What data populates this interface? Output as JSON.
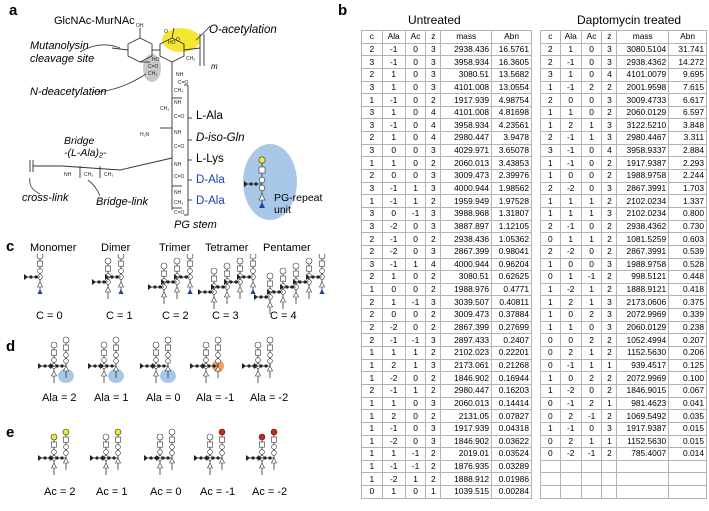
{
  "panels": {
    "a": "a",
    "b": "b",
    "c": "c",
    "d": "d",
    "e": "e"
  },
  "structure": {
    "glcnac_murnac": "GlcNAc-MurNAc",
    "o_acetylation": "O-acetylation",
    "mutanolysin": "Mutanolysin\ncleavage site",
    "n_deacetylation": "N-deacetylation",
    "bridge": "Bridge\n-(L-Ala)₂-",
    "cross_link": "cross-link",
    "bridge_link": "Bridge-link",
    "pg_stem": "PG stem",
    "pg_repeat": "PG-repeat\nunit",
    "m_sub": "m",
    "residues": [
      "L-Ala",
      "D-iso-Gln",
      "L-Lys",
      "D-Ala",
      "D-Ala"
    ],
    "residue_colors": [
      "#000000",
      "#000000",
      "#000000",
      "#1f3fb0",
      "#1f3fb0"
    ]
  },
  "oligomers": {
    "names": [
      "Monomer",
      "Dimer",
      "Trimer",
      "Tetramer",
      "Pentamer"
    ],
    "c_labels": [
      "C = 0",
      "C = 1",
      "C = 2",
      "C = 3",
      "C = 4"
    ]
  },
  "ala": {
    "labels": [
      "Ala = 2",
      "Ala = 1",
      "Ala = 0",
      "Ala = -1",
      "Ala = -2"
    ]
  },
  "ac": {
    "labels": [
      "Ac = 2",
      "Ac = 1",
      "Ac = 0",
      "Ac = -1",
      "Ac = -2"
    ]
  },
  "colors": {
    "yellow": "#f5e633",
    "blue_bubble": "#a9c8e8",
    "blue_glyph": "#1f3fb0",
    "red": "#d41f1f",
    "orange": "#f0a060",
    "grid": "#b3b3b3"
  },
  "tables": {
    "headers": [
      "c",
      "Ala",
      "Ac",
      "z",
      "mass",
      "Abn"
    ],
    "untreated": {
      "title": "Untreated",
      "rows": [
        [
          "2",
          "-1",
          "0",
          "3",
          "2938.436",
          "16.5761"
        ],
        [
          "3",
          "-1",
          "0",
          "3",
          "3958.934",
          "16.3605"
        ],
        [
          "2",
          "1",
          "0",
          "3",
          "3080.51",
          "13.5682"
        ],
        [
          "3",
          "1",
          "0",
          "3",
          "4101.008",
          "13.0554"
        ],
        [
          "1",
          "-1",
          "0",
          "2",
          "1917.939",
          "4.98754"
        ],
        [
          "3",
          "1",
          "0",
          "4",
          "4101.008",
          "4.81698"
        ],
        [
          "3",
          "-1",
          "0",
          "4",
          "3958.934",
          "4.23561"
        ],
        [
          "2",
          "1",
          "0",
          "4",
          "2980.447",
          "3.9478"
        ],
        [
          "3",
          "0",
          "0",
          "3",
          "4029.971",
          "3.65078"
        ],
        [
          "1",
          "1",
          "0",
          "2",
          "2060.013",
          "3.43853"
        ],
        [
          "2",
          "0",
          "0",
          "3",
          "3009.473",
          "2.39976"
        ],
        [
          "3",
          "-1",
          "1",
          "3",
          "4000.944",
          "1.98562"
        ],
        [
          "1",
          "-1",
          "1",
          "2",
          "1959.949",
          "1.97528"
        ],
        [
          "3",
          "0",
          "-1",
          "3",
          "3988.968",
          "1.31807"
        ],
        [
          "3",
          "-2",
          "0",
          "3",
          "3887.897",
          "1.12105"
        ],
        [
          "2",
          "-1",
          "0",
          "2",
          "2938.436",
          "1.05362"
        ],
        [
          "2",
          "-2",
          "0",
          "3",
          "2867.399",
          "0.98041"
        ],
        [
          "3",
          "-1",
          "1",
          "4",
          "4000.944",
          "0.96204"
        ],
        [
          "2",
          "1",
          "0",
          "2",
          "3080.51",
          "0.62625"
        ],
        [
          "1",
          "0",
          "0",
          "2",
          "1988.976",
          "0.4771"
        ],
        [
          "2",
          "1",
          "-1",
          "3",
          "3039.507",
          "0.40811"
        ],
        [
          "2",
          "0",
          "0",
          "2",
          "3009.473",
          "0.37884"
        ],
        [
          "2",
          "-2",
          "0",
          "2",
          "2867.399",
          "0.27699"
        ],
        [
          "2",
          "-1",
          "-1",
          "3",
          "2897.433",
          "0.2407"
        ],
        [
          "1",
          "1",
          "1",
          "2",
          "2102.023",
          "0.22201"
        ],
        [
          "1",
          "2",
          "1",
          "3",
          "2173.061",
          "0.21268"
        ],
        [
          "1",
          "-2",
          "0",
          "2",
          "1846.902",
          "0.16944"
        ],
        [
          "2",
          "-1",
          "1",
          "2",
          "2980.447",
          "0.16203"
        ],
        [
          "1",
          "1",
          "0",
          "3",
          "2060.013",
          "0.14414"
        ],
        [
          "1",
          "2",
          "0",
          "2",
          "2131.05",
          "0.07827"
        ],
        [
          "1",
          "-1",
          "0",
          "3",
          "1917.939",
          "0.04318"
        ],
        [
          "1",
          "-2",
          "0",
          "3",
          "1846.902",
          "0.03622"
        ],
        [
          "1",
          "1",
          "-1",
          "2",
          "2019.01",
          "0.03524"
        ],
        [
          "1",
          "-1",
          "-1",
          "2",
          "1876.935",
          "0.03289"
        ],
        [
          "1",
          "-2",
          "1",
          "2",
          "1888.912",
          "0.01986"
        ],
        [
          "0",
          "1",
          "0",
          "1",
          "1039.515",
          "0.00284"
        ]
      ]
    },
    "dapto": {
      "title": "Daptomycin treated",
      "rows": [
        [
          "2",
          "1",
          "0",
          "3",
          "3080.5104",
          "31.741"
        ],
        [
          "2",
          "-1",
          "0",
          "3",
          "2938.4362",
          "14.272"
        ],
        [
          "3",
          "1",
          "0",
          "4",
          "4101.0079",
          "9.695"
        ],
        [
          "1",
          "-1",
          "2",
          "2",
          "2001.9598",
          "7.615"
        ],
        [
          "2",
          "0",
          "0",
          "3",
          "3009.4733",
          "6.617"
        ],
        [
          "1",
          "1",
          "0",
          "2",
          "2060.0129",
          "6.597"
        ],
        [
          "1",
          "2",
          "1",
          "3",
          "3122.5210",
          "3.848"
        ],
        [
          "2",
          "-1",
          "1",
          "3",
          "2980.4467",
          "3.311"
        ],
        [
          "3",
          "-1",
          "0",
          "4",
          "3958.9337",
          "2.884"
        ],
        [
          "1",
          "-1",
          "0",
          "2",
          "1917.9387",
          "2.293"
        ],
        [
          "1",
          "0",
          "0",
          "2",
          "1988.9758",
          "2.244"
        ],
        [
          "2",
          "-2",
          "0",
          "3",
          "2867.3991",
          "1.703"
        ],
        [
          "1",
          "1",
          "1",
          "2",
          "2102.0234",
          "1.337"
        ],
        [
          "1",
          "1",
          "1",
          "3",
          "2102.0234",
          "0.800"
        ],
        [
          "2",
          "-1",
          "0",
          "2",
          "2938.4362",
          "0.730"
        ],
        [
          "0",
          "1",
          "1",
          "2",
          "1081.5259",
          "0.603"
        ],
        [
          "2",
          "-2",
          "0",
          "2",
          "2867.3991",
          "0.539"
        ],
        [
          "1",
          "0",
          "0",
          "3",
          "1988.9758",
          "0.528"
        ],
        [
          "0",
          "1",
          "-1",
          "2",
          "998.5121",
          "0.448"
        ],
        [
          "1",
          "-2",
          "1",
          "2",
          "1888.9121",
          "0.418"
        ],
        [
          "1",
          "2",
          "1",
          "3",
          "2173.0606",
          "0.375"
        ],
        [
          "1",
          "0",
          "2",
          "3",
          "2072.9969",
          "0.339"
        ],
        [
          "1",
          "1",
          "0",
          "3",
          "2060.0129",
          "0.238"
        ],
        [
          "0",
          "0",
          "2",
          "2",
          "1052.4994",
          "0.207"
        ],
        [
          "0",
          "2",
          "1",
          "2",
          "1152.5630",
          "0.206"
        ],
        [
          "0",
          "-1",
          "1",
          "1",
          "939.4517",
          "0.125"
        ],
        [
          "1",
          "0",
          "2",
          "2",
          "2072.9969",
          "0.100"
        ],
        [
          "1",
          "-2",
          "0",
          "2",
          "1846.9015",
          "0.067"
        ],
        [
          "0",
          "-1",
          "2",
          "1",
          "981.4623",
          "0.041"
        ],
        [
          "0",
          "2",
          "-1",
          "2",
          "1069.5492",
          "0.035"
        ],
        [
          "1",
          "-1",
          "0",
          "3",
          "1917.9387",
          "0.015"
        ],
        [
          "0",
          "2",
          "1",
          "1",
          "1152.5630",
          "0.015"
        ],
        [
          "0",
          "-2",
          "-1",
          "2",
          "785.4007",
          "0.014"
        ],
        [
          "",
          "",
          "",
          "",
          "",
          ""
        ],
        [
          "",
          "",
          "",
          "",
          "",
          ""
        ],
        [
          "",
          "",
          "",
          "",
          "",
          ""
        ]
      ]
    }
  }
}
